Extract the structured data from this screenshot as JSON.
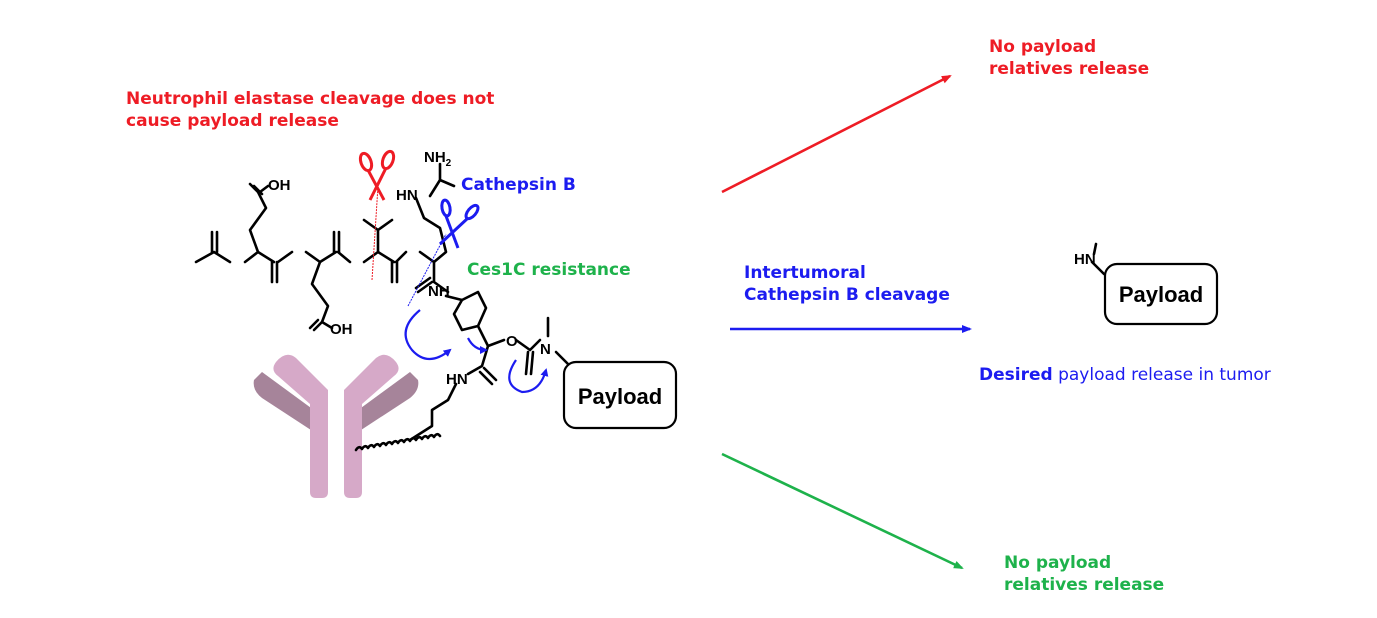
{
  "colors": {
    "red": "#ee1c25",
    "blue": "#1c1cf0",
    "green": "#1eb24b",
    "antibody_light": "#d6a9c8",
    "antibody_dark": "#a6849a"
  },
  "left_annotations": {
    "elastase_note_line1": "Neutrophil elastase cleavage does not",
    "elastase_note_line2": "cause payload release",
    "cathepsin_label": "Cathepsin B",
    "ces1c_label": "Ces1C resistance"
  },
  "molecule": {
    "atoms": {
      "oh_top": "OH",
      "oh_bottom": "OH",
      "nh2": "NH",
      "nh2_sub": "2",
      "hn_top": "HN",
      "nh_aryl": "NH",
      "hn_linker": "HN",
      "n_carbamate": "N",
      "o_ester": "O"
    },
    "payload_label": "Payload"
  },
  "pathways": {
    "top": {
      "line1": "No payload",
      "line2": "relatives release"
    },
    "middle": {
      "arrow_line1": "Intertumoral",
      "arrow_line2": "Cathepsin B cleavage",
      "product_amine": "HN",
      "product_payload": "Payload",
      "result_bold": "Desired",
      "result_rest": " payload release in tumor"
    },
    "bottom": {
      "line1": "No payload",
      "line2": "relatives release"
    }
  },
  "icons": {
    "red_scissors": "scissors-icon",
    "blue_scissors": "scissors-icon",
    "antibody": "antibody-icon"
  }
}
